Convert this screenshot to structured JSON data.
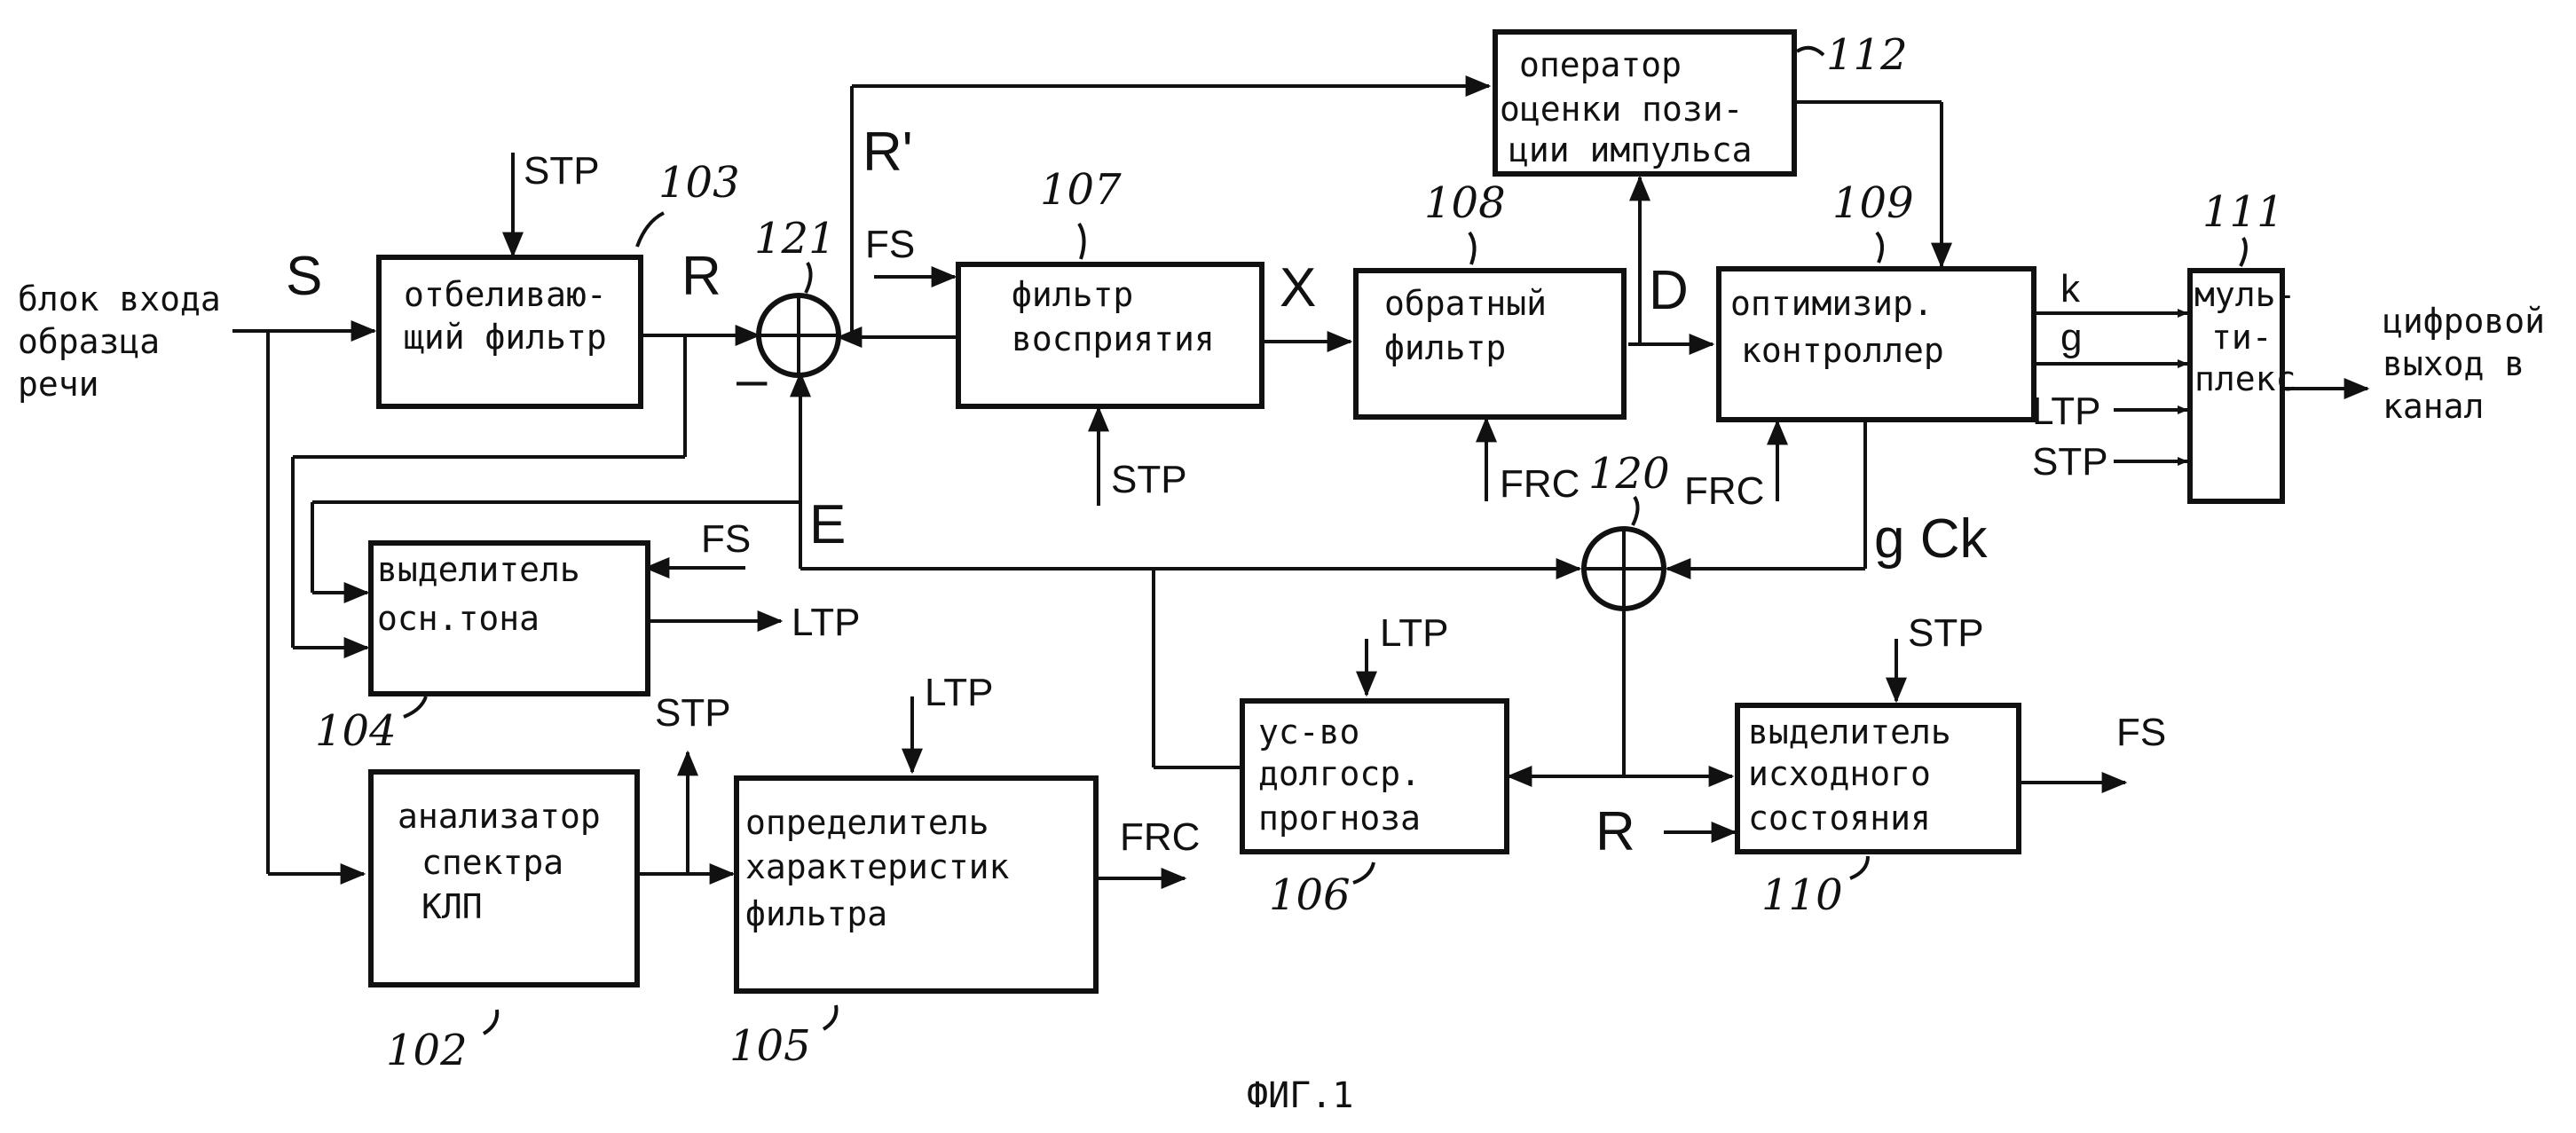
{
  "blocks": {
    "b103": [
      "отбеливаю-",
      "щий фильтр"
    ],
    "b107": [
      "фильтр",
      "восприятия"
    ],
    "b108": [
      "обратный",
      "фильтр"
    ],
    "b109": [
      "оптимизир.",
      "контроллер"
    ],
    "b112": [
      "оператор",
      "оценки пози-",
      "ции импульса"
    ],
    "b111": [
      "муль-",
      "ти-",
      "плекс"
    ],
    "b104": [
      "выделитель",
      "осн.тона"
    ],
    "b102": [
      "анализатор",
      "спектра",
      "КЛП"
    ],
    "b105": [
      "определитель",
      "характеристик",
      "фильтра"
    ],
    "b106": [
      "ус-во",
      "долгоср.",
      "прогноза"
    ],
    "b110": [
      "выделитель",
      "исходного",
      "состояния"
    ]
  },
  "numbers": [
    "103",
    "107",
    "108",
    "109",
    "112",
    "111",
    "121",
    "120",
    "104",
    "102",
    "105",
    "106",
    "110"
  ],
  "signals": {
    "S": "S",
    "R": "R",
    "R_prime": "R'",
    "X": "X",
    "D": "D",
    "E": "E",
    "gCk": "g Ck",
    "FS": "FS",
    "STP": "STP",
    "LTP": "LTP",
    "FRC": "FRC",
    "k": "k",
    "g": "g",
    "minus": "–"
  },
  "input_label": [
    "блок входа",
    "образца",
    "речи"
  ],
  "output_label": [
    "цифровой",
    "выход в",
    "канал"
  ],
  "caption": "ФИГ.1"
}
